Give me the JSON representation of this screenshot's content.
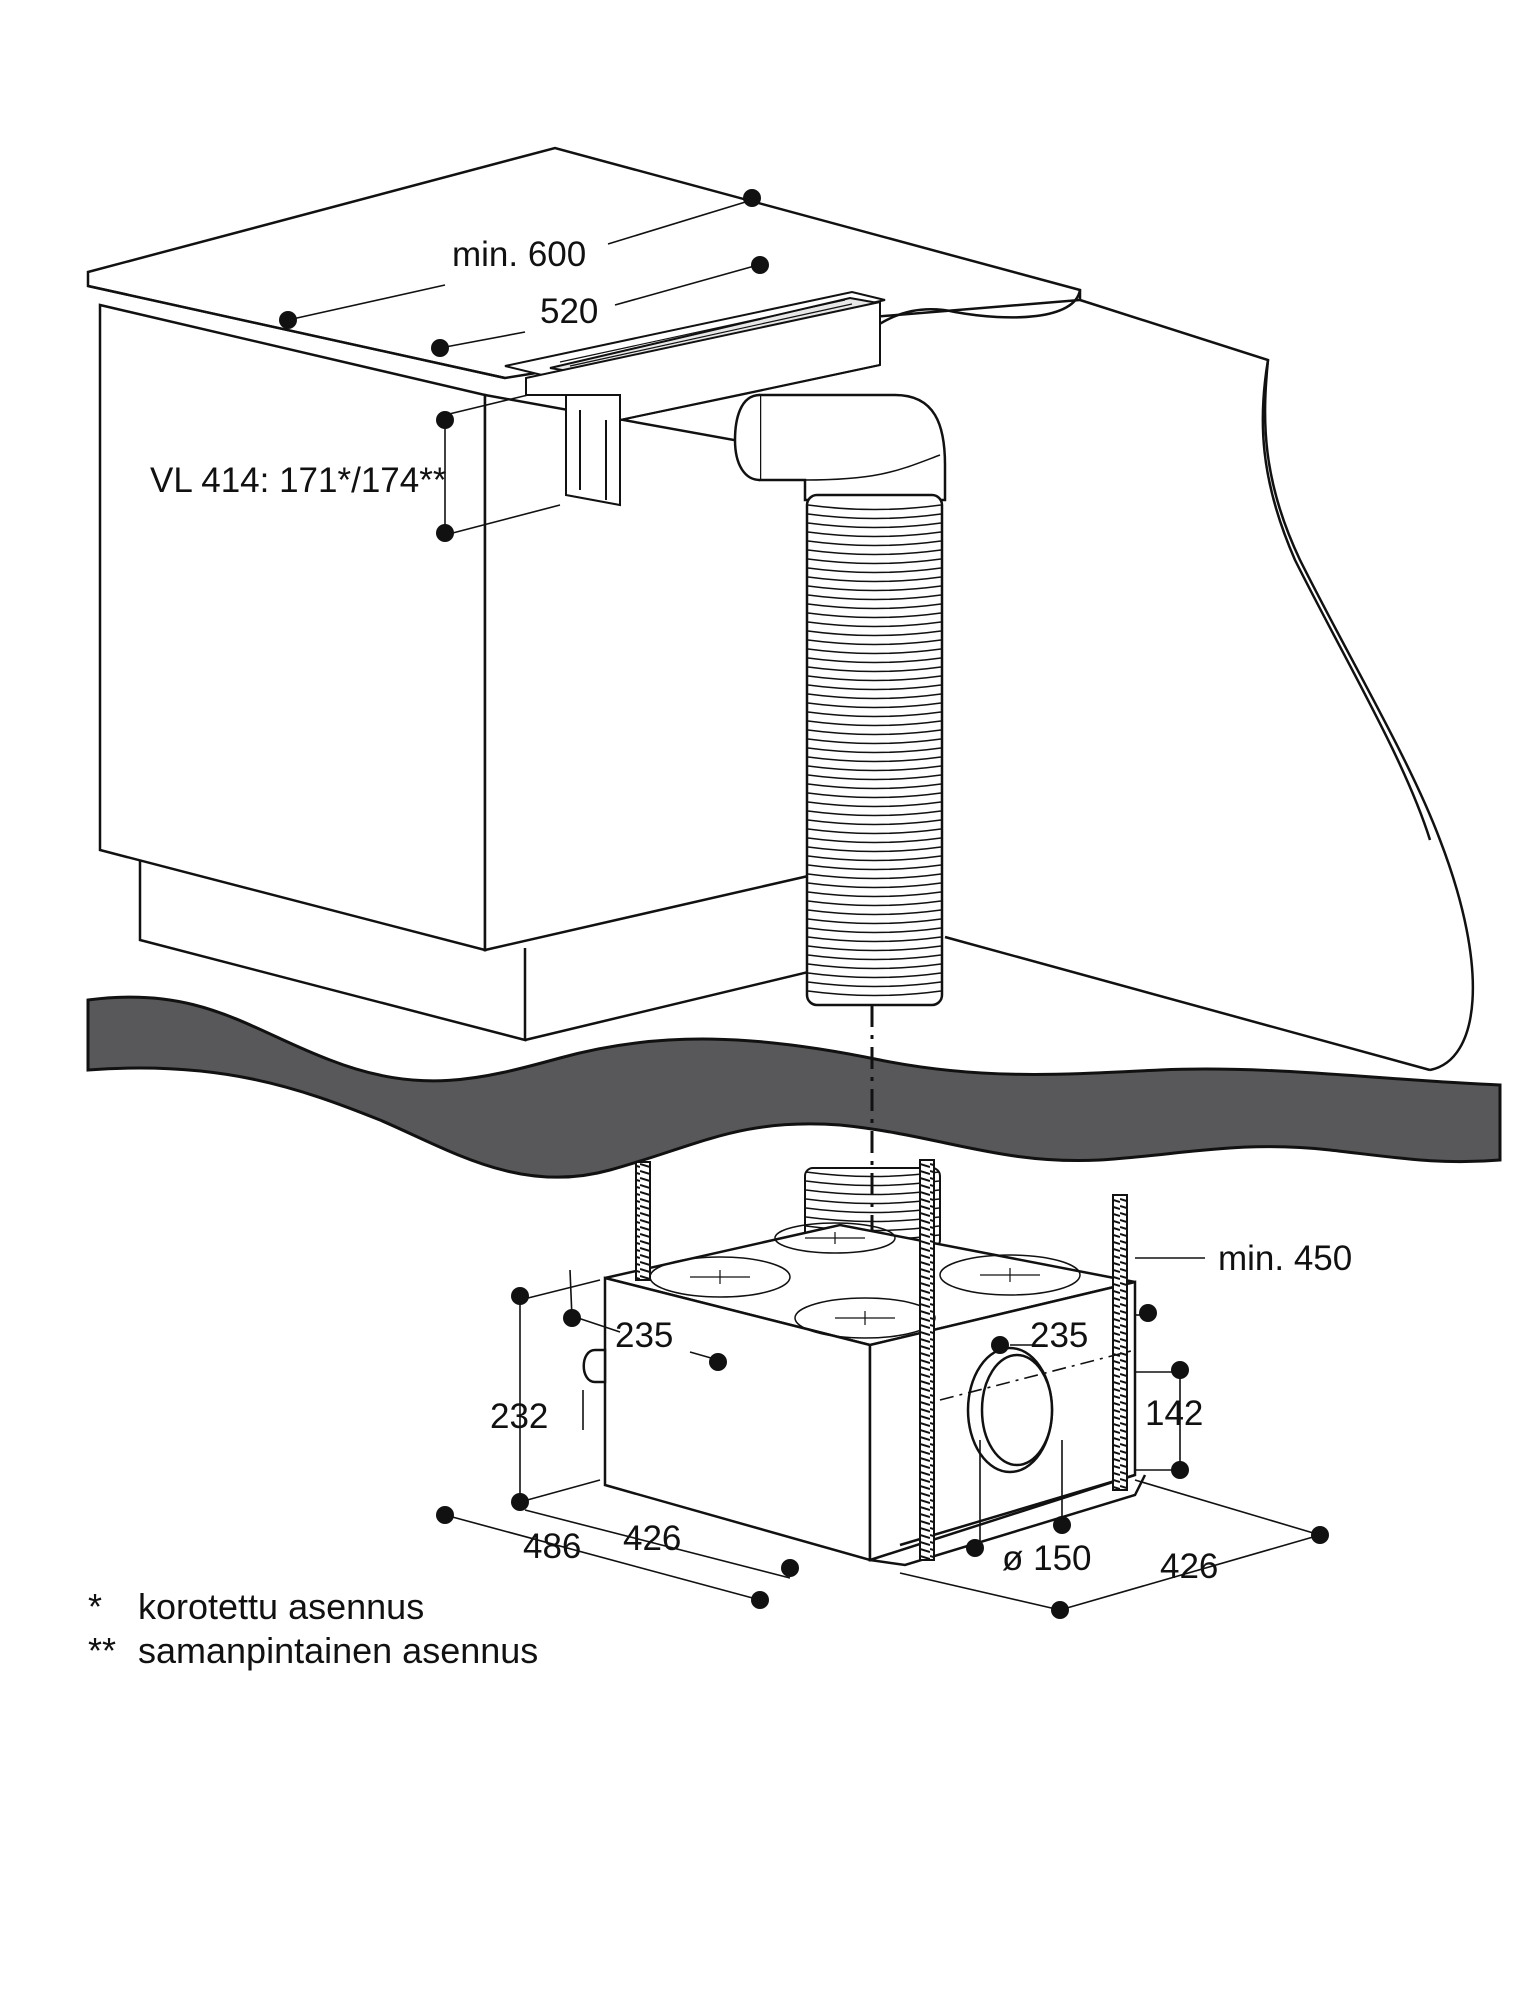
{
  "dimensions": {
    "min_600": "min. 600",
    "d520": "520",
    "vl414": "VL 414: 171*/174**",
    "min_450": "min. 450",
    "d235_left": "235",
    "d235_right": "235",
    "d232": "232",
    "d142": "142",
    "d486": "486",
    "d426_left": "426",
    "d426_right": "426",
    "dia150": "ø 150"
  },
  "legend": [
    {
      "mark": "*",
      "text": "korotettu asennus"
    },
    {
      "mark": "**",
      "text": "samanpintainen asennus"
    }
  ],
  "colors": {
    "line": "#111111",
    "floor": "#58585a",
    "panel": "#ffffff"
  }
}
